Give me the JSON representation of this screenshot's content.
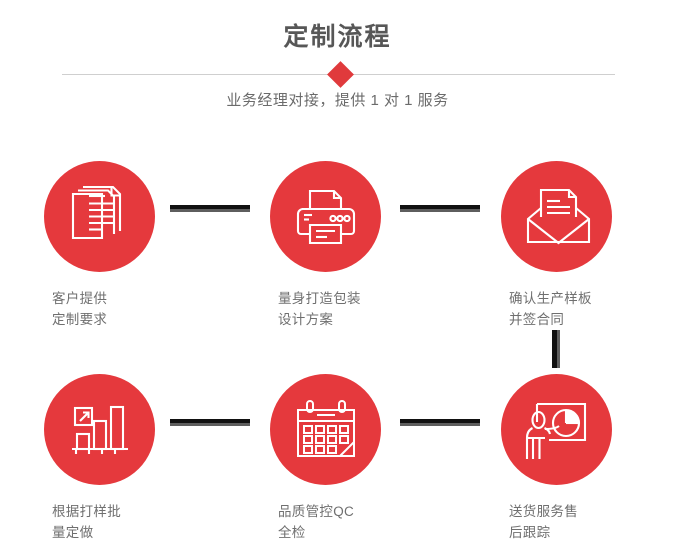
{
  "header": {
    "title": "定制流程",
    "subtitle": "业务经理对接，提供 1 对 1 服务",
    "title_color": "#575757",
    "accent_color": "#e03a3c",
    "divider_color": "#cfcfcf"
  },
  "theme": {
    "circle_color": "#e5393d",
    "icon_color": "#ffffff",
    "label_color": "#6f6f6f",
    "connector_dark": "#111111",
    "connector_gray": "#5e5e5e"
  },
  "steps": [
    {
      "icon": "documents-stack-icon",
      "line1": "客户提供",
      "line2": "定制要求"
    },
    {
      "icon": "printer-icon",
      "line1": "量身打造包装",
      "line2": "设计方案"
    },
    {
      "icon": "envelope-document-icon",
      "line1": "确认生产样板",
      "line2": "并签合同"
    },
    {
      "icon": "bar-chart-growth-icon",
      "line1": "根据打样批",
      "line2": "量定做"
    },
    {
      "icon": "calendar-icon",
      "line1": "品质管控QC",
      "line2": "全检"
    },
    {
      "icon": "presentation-pie-chart-icon",
      "line1": "送货服务售",
      "line2": "后跟踪"
    }
  ]
}
